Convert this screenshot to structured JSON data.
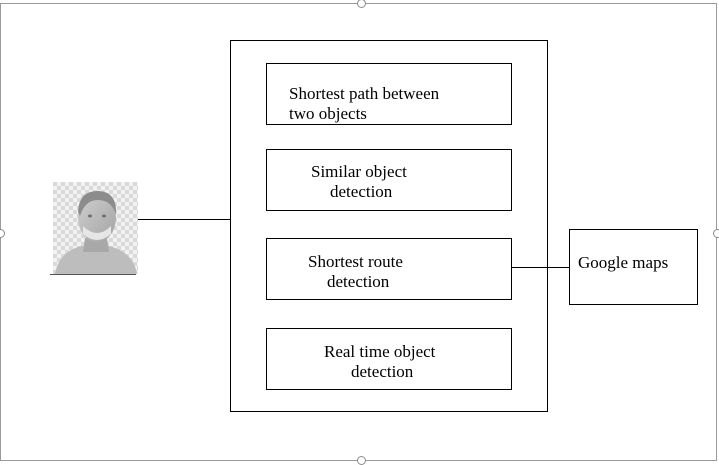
{
  "features": [
    {
      "id": "shortest-path",
      "lines": [
        "Shortest path between",
        "two objects"
      ]
    },
    {
      "id": "similar-object",
      "lines": [
        "Similar object",
        "detection"
      ]
    },
    {
      "id": "shortest-route",
      "lines": [
        "Shortest route",
        "detection"
      ]
    },
    {
      "id": "real-time",
      "lines": [
        "Real time object",
        "detection"
      ]
    }
  ],
  "external": {
    "label": "Google maps"
  },
  "user": {
    "icon": "user-avatar-icon"
  }
}
